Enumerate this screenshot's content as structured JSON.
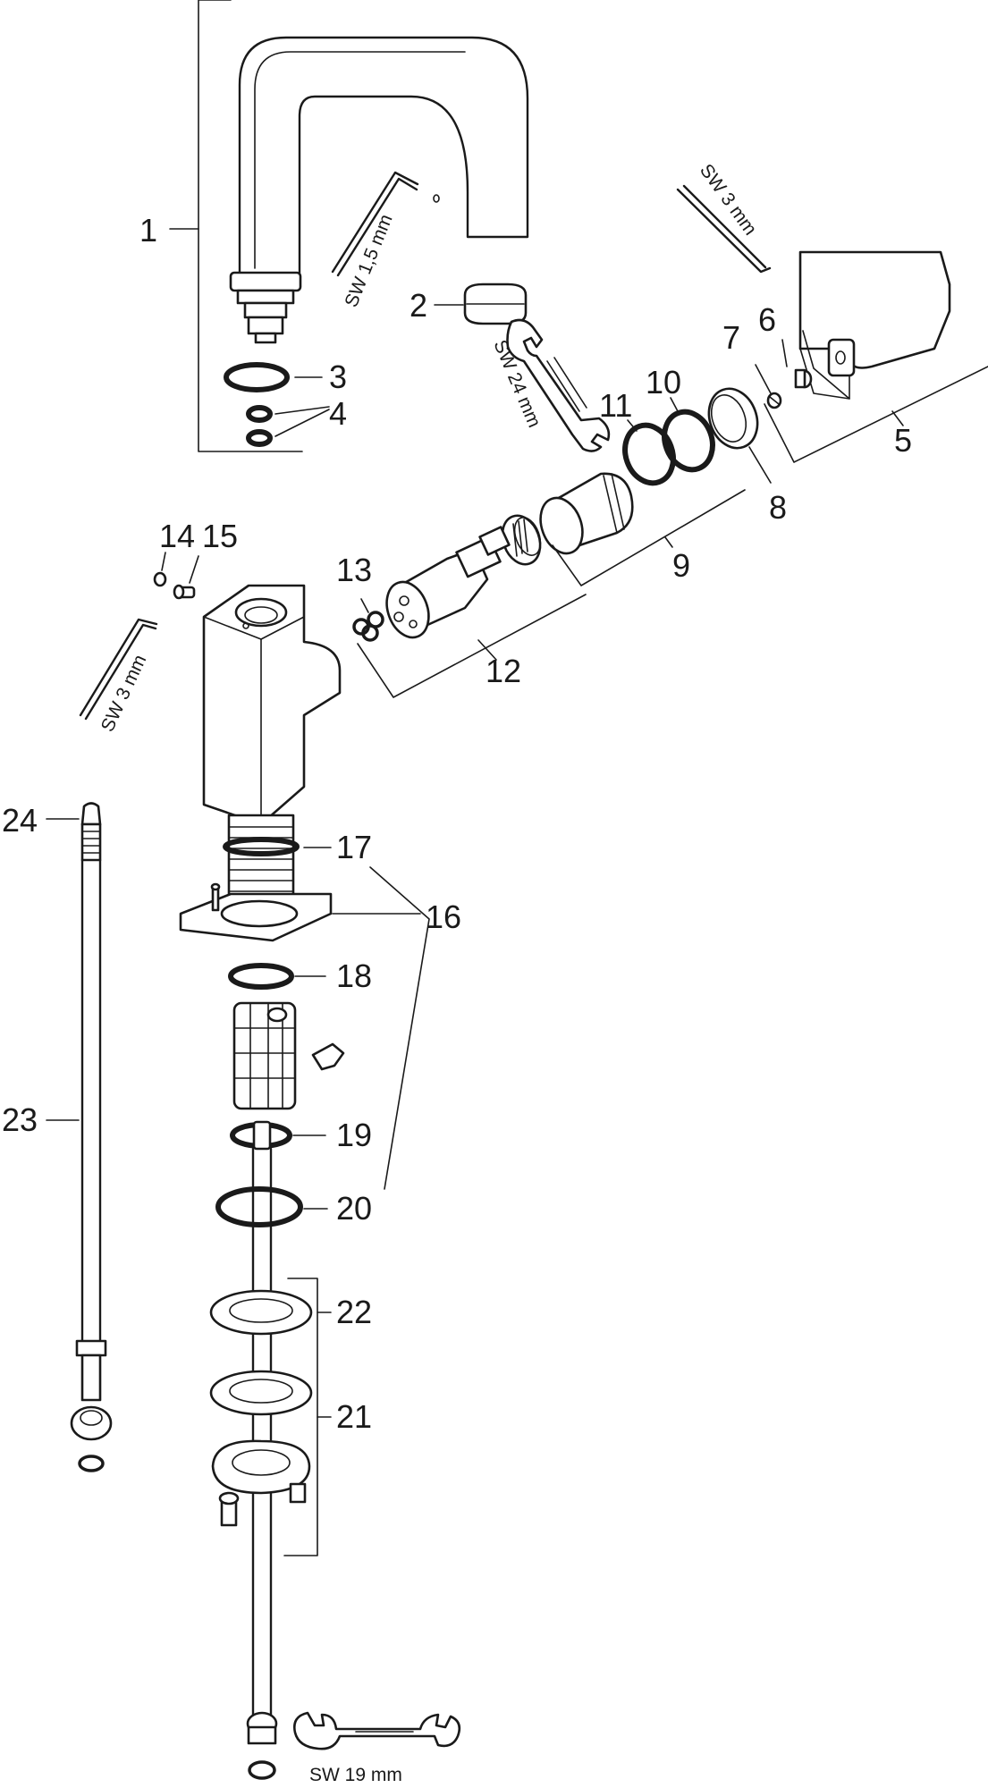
{
  "labels": {
    "l1": "1",
    "l2": "2",
    "l3": "3",
    "l4": "4",
    "l5": "5",
    "l6": "6",
    "l7": "7",
    "l8": "8",
    "l9": "9",
    "l10": "10",
    "l11": "11",
    "l12": "12",
    "l13": "13",
    "l14": "14",
    "l15": "15",
    "l16": "16",
    "l17": "17",
    "l18": "18",
    "l19": "19",
    "l20": "20",
    "l21": "21",
    "l22": "22",
    "l23": "23",
    "l24": "24"
  },
  "tools": {
    "hex_key_1_5": "SW 1,5 mm",
    "hex_key_3_top": "SW 3 mm",
    "hex_key_3_left": "SW 3 mm",
    "wrench_24": "SW 24 mm",
    "wrench_19": "SW 19 mm"
  },
  "colors": {
    "line": "#1a1a1a",
    "background": "#ffffff"
  }
}
